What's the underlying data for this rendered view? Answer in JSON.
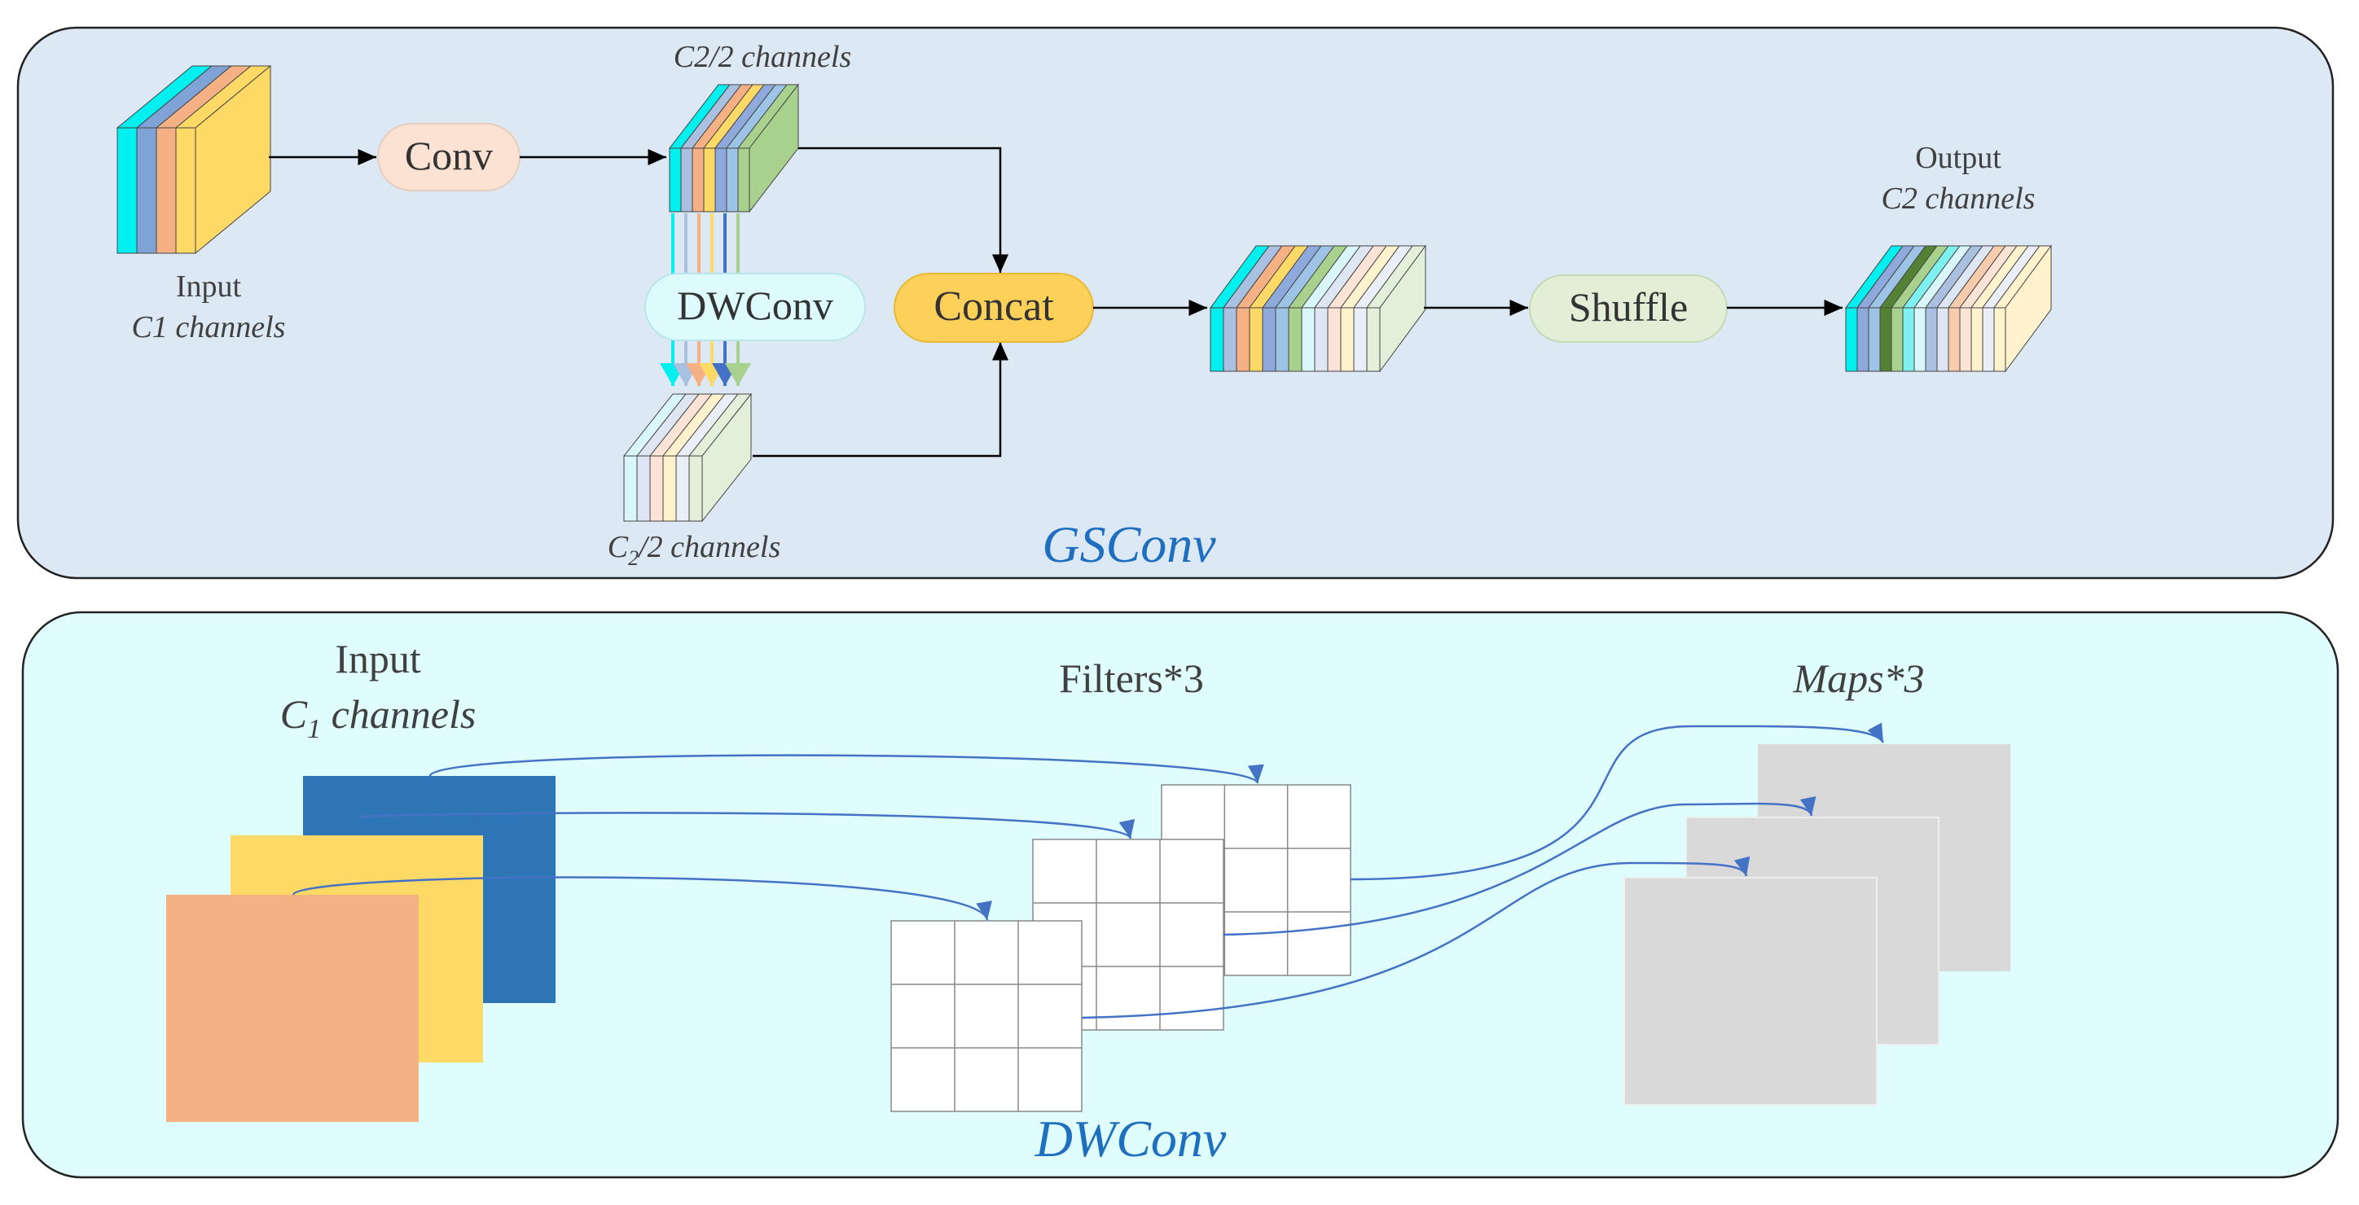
{
  "gsconv": {
    "title": "GSConv",
    "input": {
      "label": "Input",
      "channels": "C1 channels"
    },
    "conv_label": "Conv",
    "half_top": {
      "channels": "C2/2 channels"
    },
    "dwconv_label": "DWConv",
    "concat_label": "Concat",
    "half_bottom": {
      "channels_prefix": "C",
      "channels_sub": "2",
      "channels_suffix": "/2 channels"
    },
    "shuffle_label": "Shuffle",
    "output": {
      "label": "Output",
      "channels": "C2 channels"
    }
  },
  "dwconv": {
    "title": "DWConv",
    "input": {
      "label": "Input",
      "channels_prefix": "C",
      "channels_sub": "1",
      "channels_suffix": " channels"
    },
    "filters_label": "Filters*3",
    "maps_label": "Maps*3"
  },
  "colors": {
    "gsconv_bg": "#dde8f5",
    "dwconv_bg": "#e0fdfd",
    "title_blue": "#1f6fc0",
    "conv_fill": "#fbe2d2",
    "dwconv_fill": "#ddfbfd",
    "concat_fill": "#fdd05a",
    "shuffle_fill": "#e2efd6",
    "input_colors": [
      "#00e6e6",
      "#98b6dc",
      "#f2b085",
      "#fdd764"
    ],
    "input_stripes": [
      "#00f0f0",
      "#7fa3d6",
      "#f5b183",
      "#ffd966"
    ],
    "half_top_stripes": [
      "#00f0f0",
      "#a9c0e0",
      "#f5b183",
      "#ffd966",
      "#8ea9db",
      "#9dc3e6",
      "#a9d18e"
    ],
    "half_bottom_stripes": [
      "#d9f6fb",
      "#dfe6f3",
      "#fbe4d5",
      "#fff2cc",
      "#e9eef7",
      "#e2efd9"
    ],
    "concat_stripes": [
      "#00f0f0",
      "#a9c0e0",
      "#f5b183",
      "#ffd966",
      "#8ea9db",
      "#9dc3e6",
      "#a9d18e",
      "#d9f6fb",
      "#dfe6f3",
      "#fbe4d5",
      "#fff2cc",
      "#e9eef7",
      "#e2efd9"
    ],
    "output_stripes": [
      "#00f0f0",
      "#8ea9db",
      "#9dc3e6",
      "#548235",
      "#a9d18e",
      "#7ff0f0",
      "#d9f6fb",
      "#a9c0e0",
      "#dfe6f3",
      "#f8cbad",
      "#fbe4d5",
      "#fff2cc",
      "#e9eef7",
      "#fff2cc"
    ],
    "arrow_down": [
      "#00f0f0",
      "#a9c0e0",
      "#f5b183",
      "#ffd966",
      "#4472c4",
      "#a9d18e"
    ],
    "dw_input": [
      "#2e75b6",
      "#ffd966",
      "#f4b183"
    ],
    "map_fill": "#d9d9d9",
    "link_blue": "#4472c4"
  }
}
